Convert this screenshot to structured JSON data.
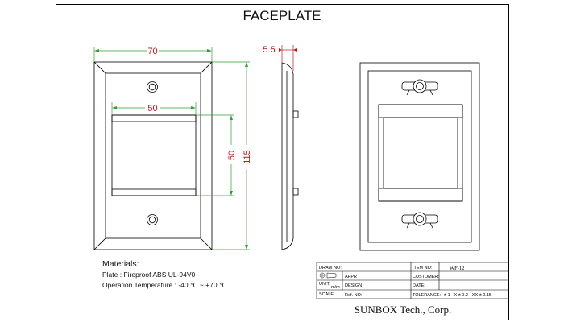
{
  "title": "FACEPLATE",
  "dimensions": {
    "plate_width": "70",
    "opening_width": "50",
    "opening_height": "50",
    "plate_height": "115",
    "thickness": "5.5"
  },
  "notes": {
    "heading": "Materials:",
    "plate": "Plate : Fireproof ABS UL-94V0",
    "temperature": "Operation Temperature : -40 ℃ ~ +70 ℃"
  },
  "title_block": {
    "drawing_no_label": "DRAW NO:",
    "appr_label": "APPR",
    "unit_label": "UNIT:",
    "unit_value": "m/m",
    "design_label": "DESIGN",
    "scale_label": "SCALE:",
    "ref_no_label": "Ref. NO:",
    "item_no_label": "ITEM NO:",
    "item_no_value": "WF-12",
    "customer_label": "CUSTOMER:",
    "date_label": "DATE:",
    "tolerance_label": "TOLERANCE:",
    "tolerance_value": ": ± 1   · X ± 0.2   · XX ± 0.15",
    "company": "SUNBOX Tech., Corp."
  },
  "colors": {
    "line": "#000000",
    "dimension_front": "#2e9e2e",
    "dimension_side": "#c01818"
  }
}
